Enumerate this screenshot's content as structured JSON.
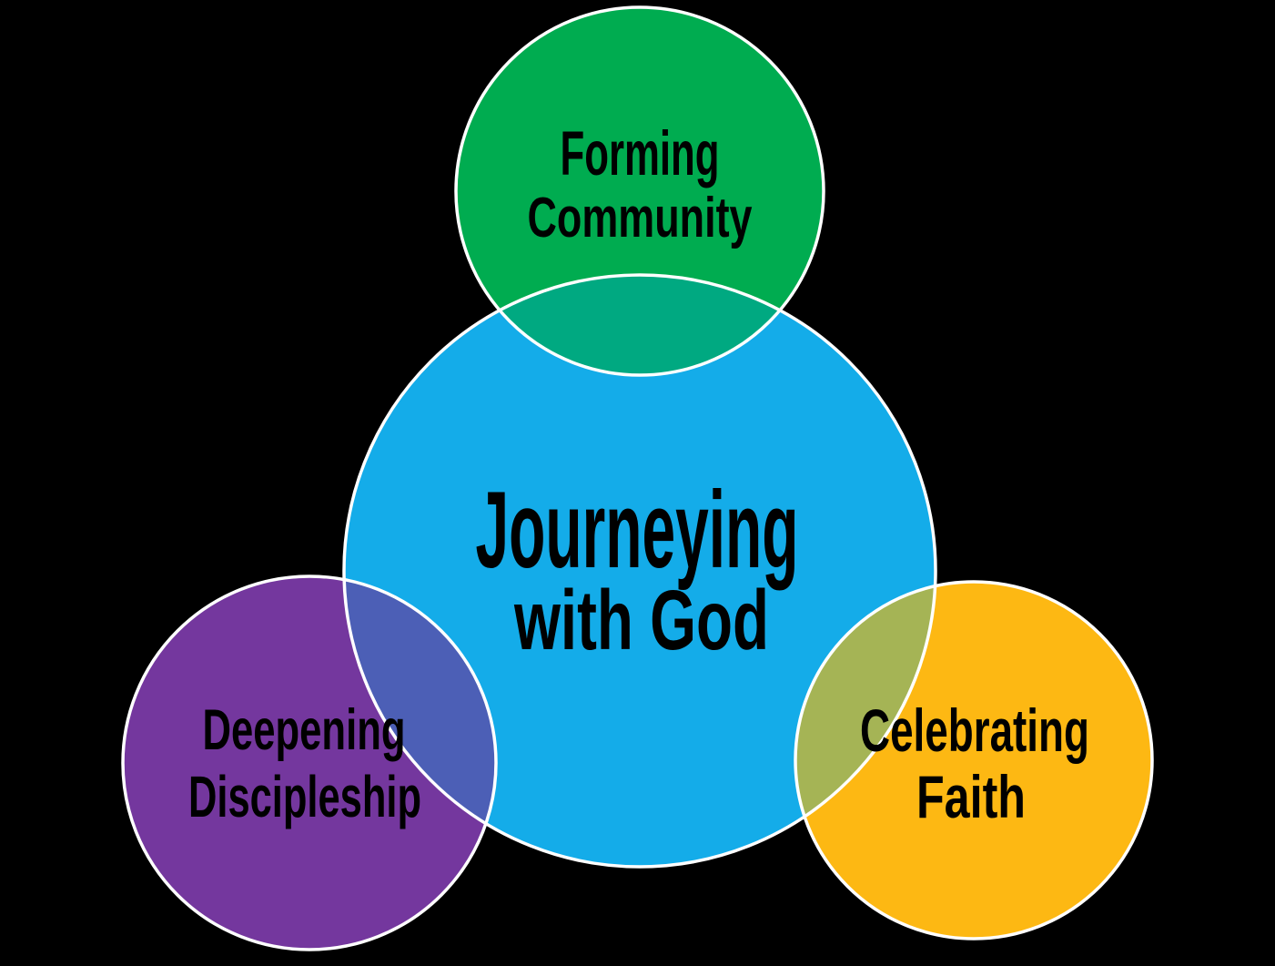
{
  "diagram": {
    "background_color": "#000000",
    "outline_color": "#FFFFFF",
    "text_color": "#000000",
    "circles": [
      {
        "id": "journeying",
        "label_line1": "Journeying",
        "label_line2": "with God",
        "fill": "#14ACE9"
      },
      {
        "id": "forming",
        "label_line1": "Forming",
        "label_line2": "Community",
        "fill": "#00AC50"
      },
      {
        "id": "deepening",
        "label_line1": "Deepening",
        "label_line2": "Discipleship",
        "fill": "#74379E"
      },
      {
        "id": "celebrating",
        "label_line1": "Celebrating",
        "label_line2": "Faith",
        "fill": "#FDB813"
      }
    ],
    "overlap_colors": {
      "forming_journeying": "#00A981",
      "deepening_journeying": "#4C5FB6",
      "celebrating_journeying": "#A5B455"
    }
  }
}
